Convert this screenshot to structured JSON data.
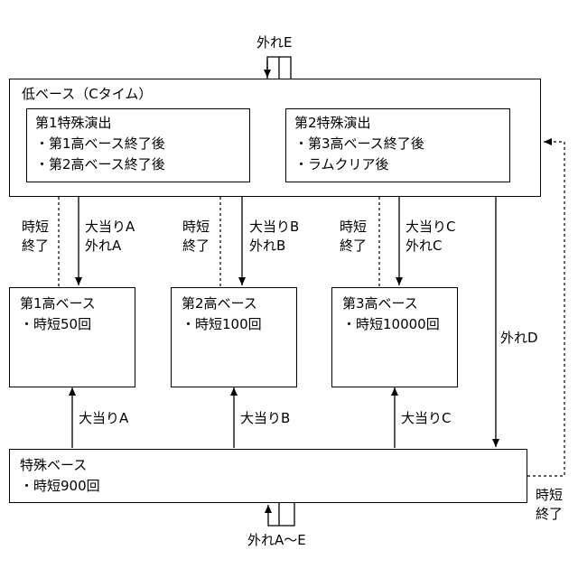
{
  "low_base": {
    "title": "低ベース（Cタイム）"
  },
  "special_perf_1": {
    "title": "第1特殊演出",
    "lines": [
      "・第1高ベース終了後",
      "・第2高ベース終了後"
    ]
  },
  "special_perf_2": {
    "title": "第2特殊演出",
    "lines": [
      "・第3高ベース終了後",
      "・ラムクリア後"
    ]
  },
  "high_base_1": {
    "title": "第1高ベース",
    "detail": "・時短50回"
  },
  "high_base_2": {
    "title": "第2高ベース",
    "detail": "・時短100回"
  },
  "high_base_3": {
    "title": "第3高ベース",
    "detail": "・時短10000回"
  },
  "special_base": {
    "title": "特殊ベース",
    "detail": "・時短900回"
  },
  "edges": {
    "miss_e": "外れE",
    "miss_a_to_e": "外れA～E",
    "miss_d": "外れD",
    "jitan_end": [
      "時短",
      "終了"
    ],
    "col1_up": [
      "時短",
      "終了"
    ],
    "col1_down": [
      "大当りA",
      "外れA"
    ],
    "col2_up": [
      "時短",
      "終了"
    ],
    "col2_down": [
      "大当りB",
      "外れB"
    ],
    "col3_up": [
      "時短",
      "終了"
    ],
    "col3_down": [
      "大当りC",
      "外れC"
    ],
    "hit_a": "大当りA",
    "hit_b": "大当りB",
    "hit_c": "大当りC"
  }
}
